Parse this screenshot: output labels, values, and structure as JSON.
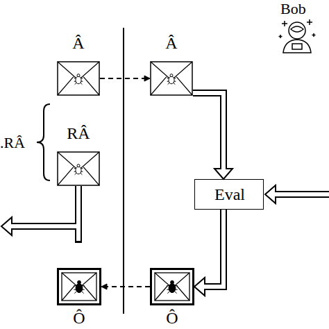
{
  "diagram": {
    "nodes": [
      {
        "text": [
          "Â"
        ]
      },
      {
        "text": [
          "RÂ"
        ]
      },
      {
        "text": [
          "Â"
        ]
      },
      {
        "text": [
          "Eval"
        ]
      },
      {
        "text": [
          "Ô"
        ]
      },
      {
        "text": [
          "Ô"
        ]
      }
    ],
    "edges": [
      {
        "from": 0,
        "to": 2,
        "arrow": "to"
      },
      {
        "from": 2,
        "to": 3,
        "arrow": "to"
      },
      {
        "from": 3,
        "to": 4,
        "arrow": "to"
      },
      {
        "from": 4,
        "to": 5,
        "arrow": "to"
      }
    ],
    "labels": [
      "Bob",
      ".RÂ"
    ]
  }
}
